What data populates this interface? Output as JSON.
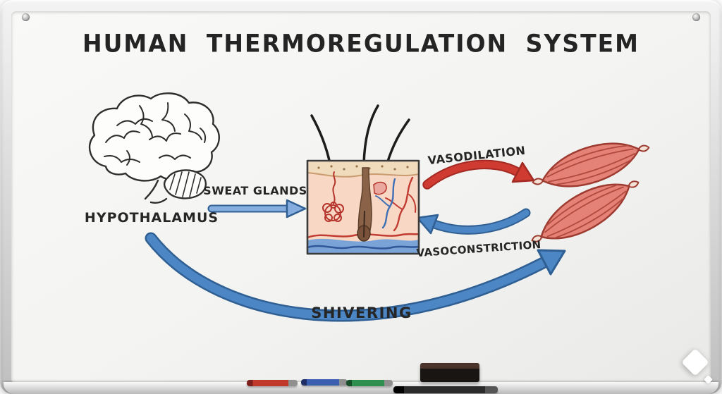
{
  "board": {
    "title": "HUMAN THERMOREGULATION SYSTEM"
  },
  "labels": {
    "hypothalamus": "HYPOTHALAMUS",
    "sweat_glands": "SWEAT GLANDS",
    "vasodilation": "VASODILATION",
    "vasoconstriction": "VASOCONSTRICTION",
    "shivering": "SHIVERING"
  },
  "icons": {
    "brain": "brain-illustration",
    "skin": "skin-cross-section-illustration",
    "muscle": "muscle-illustration",
    "markers": [
      "red-marker-icon",
      "blue-marker-icon",
      "green-marker-icon",
      "black-marker-icon"
    ],
    "eraser": "eraser-icon",
    "logo": "diamond-logo-icon"
  },
  "colors": {
    "arrow_blue": "#4d86c4",
    "arrow_blue_dark": "#2f5f93",
    "arrow_blue_light": "#85aede",
    "arrow_red": "#cf3a31",
    "arrow_red_dark": "#a32a22",
    "muscle_fill": "#e58277",
    "muscle_outline": "#9e3b31",
    "epidermis_tan": "#f0dcbc",
    "dermis_pink": "#f8d8c4",
    "hypodermis_blue": "#7aa3d8",
    "ink": "#2e2e2e"
  }
}
